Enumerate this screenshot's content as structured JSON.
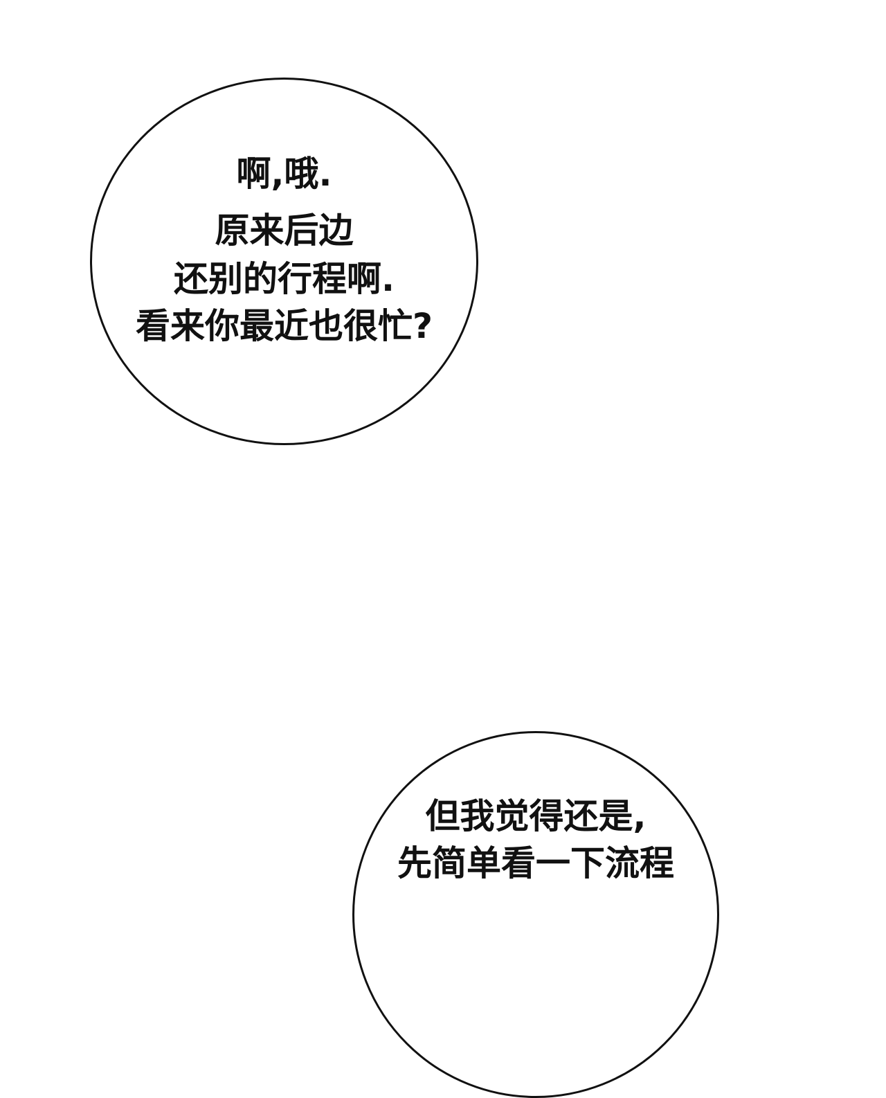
{
  "bubbles": [
    {
      "lines": [
        "啊,哦.",
        "原来后边",
        "还别的行程啊.",
        "看来你最近也很忙?"
      ]
    },
    {
      "lines": [
        "但我觉得还是,",
        "先简单看一下流程"
      ]
    }
  ]
}
